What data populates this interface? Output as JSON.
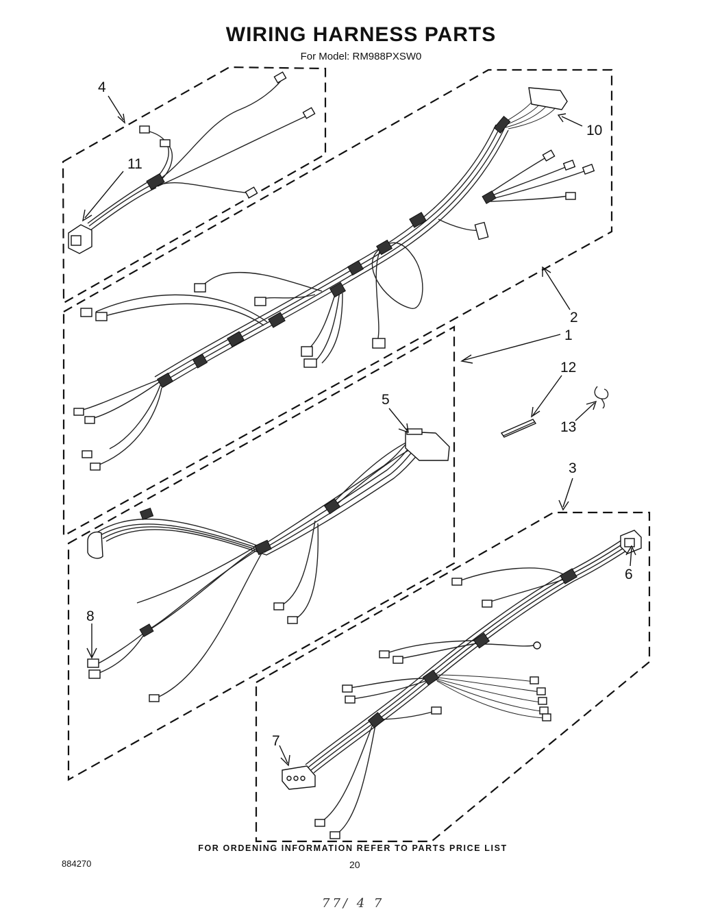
{
  "header": {
    "title": "WIRING HARNESS PARTS",
    "model_line": "For Model: RM988PXSW0"
  },
  "callouts": {
    "c1": "1",
    "c2": "2",
    "c3": "3",
    "c4": "4",
    "c5": "5",
    "c6": "6",
    "c7": "7",
    "c8": "8",
    "c10": "10",
    "c11": "11",
    "c12": "12",
    "c13": "13"
  },
  "footer": {
    "ordering_note": "FOR ORDENING INFORMATION REFER TO PARTS PRICE LIST",
    "document_number": "884270",
    "page_number": "20",
    "handwritten_mark": "77/ 4 7"
  }
}
